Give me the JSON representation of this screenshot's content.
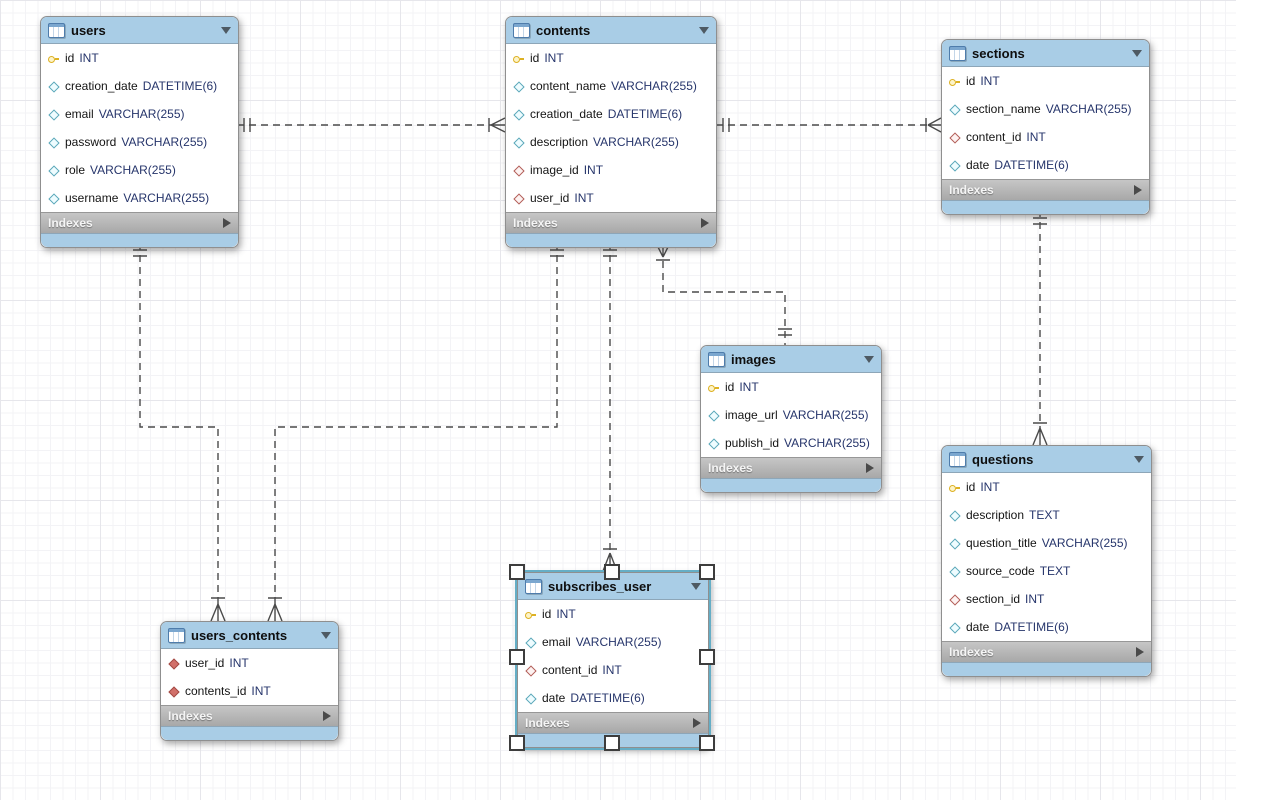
{
  "colors": {
    "header-blue": "#a9cde6",
    "selection-teal": "#65aec6",
    "index-gray": "#b5b5b5",
    "line-color": "#4a4a4a"
  },
  "diagram": {
    "selected_table": "subscribes_user",
    "tables": {
      "users": {
        "title": "users",
        "indexes_label": "Indexes",
        "fields": [
          {
            "icon": "pk",
            "name": "id",
            "type": "INT"
          },
          {
            "icon": "attr",
            "name": "creation_date",
            "type": "DATETIME(6)"
          },
          {
            "icon": "attr",
            "name": "email",
            "type": "VARCHAR(255)"
          },
          {
            "icon": "attr",
            "name": "password",
            "type": "VARCHAR(255)"
          },
          {
            "icon": "attr",
            "name": "role",
            "type": "VARCHAR(255)"
          },
          {
            "icon": "attr",
            "name": "username",
            "type": "VARCHAR(255)"
          }
        ]
      },
      "contents": {
        "title": "contents",
        "indexes_label": "Indexes",
        "fields": [
          {
            "icon": "pk",
            "name": "id",
            "type": "INT"
          },
          {
            "icon": "attr",
            "name": "content_name",
            "type": "VARCHAR(255)"
          },
          {
            "icon": "attr",
            "name": "creation_date",
            "type": "DATETIME(6)"
          },
          {
            "icon": "attr",
            "name": "description",
            "type": "VARCHAR(255)"
          },
          {
            "icon": "fk",
            "name": "image_id",
            "type": "INT"
          },
          {
            "icon": "fk",
            "name": "user_id",
            "type": "INT"
          }
        ]
      },
      "sections": {
        "title": "sections",
        "indexes_label": "Indexes",
        "fields": [
          {
            "icon": "pk",
            "name": "id",
            "type": "INT"
          },
          {
            "icon": "attr",
            "name": "section_name",
            "type": "VARCHAR(255)"
          },
          {
            "icon": "fk",
            "name": "content_id",
            "type": "INT"
          },
          {
            "icon": "attr",
            "name": "date",
            "type": "DATETIME(6)"
          }
        ]
      },
      "images": {
        "title": "images",
        "indexes_label": "Indexes",
        "fields": [
          {
            "icon": "pk",
            "name": "id",
            "type": "INT"
          },
          {
            "icon": "attr",
            "name": "image_url",
            "type": "VARCHAR(255)"
          },
          {
            "icon": "attr",
            "name": "publish_id",
            "type": "VARCHAR(255)"
          }
        ]
      },
      "questions": {
        "title": "questions",
        "indexes_label": "Indexes",
        "fields": [
          {
            "icon": "pk",
            "name": "id",
            "type": "INT"
          },
          {
            "icon": "attr",
            "name": "description",
            "type": "TEXT"
          },
          {
            "icon": "attr",
            "name": "question_title",
            "type": "VARCHAR(255)"
          },
          {
            "icon": "attr",
            "name": "source_code",
            "type": "TEXT"
          },
          {
            "icon": "fk",
            "name": "section_id",
            "type": "INT"
          },
          {
            "icon": "attr",
            "name": "date",
            "type": "DATETIME(6)"
          }
        ]
      },
      "users_contents": {
        "title": "users_contents",
        "indexes_label": "Indexes",
        "fields": [
          {
            "icon": "fks",
            "name": "user_id",
            "type": "INT"
          },
          {
            "icon": "fks",
            "name": "contents_id",
            "type": "INT"
          }
        ]
      },
      "subscribes_user": {
        "title": "subscribes_user",
        "indexes_label": "Indexes",
        "fields": [
          {
            "icon": "pk",
            "name": "id",
            "type": "INT"
          },
          {
            "icon": "attr",
            "name": "email",
            "type": "VARCHAR(255)"
          },
          {
            "icon": "fk",
            "name": "content_id",
            "type": "INT"
          },
          {
            "icon": "attr",
            "name": "date",
            "type": "DATETIME(6)"
          }
        ]
      }
    },
    "relationships": [
      {
        "from": "users",
        "to": "contents",
        "cardinality": "one-to-many",
        "line": "dashed"
      },
      {
        "from": "contents",
        "to": "sections",
        "cardinality": "one-to-many",
        "line": "dashed"
      },
      {
        "from": "images",
        "to": "contents",
        "cardinality": "one-to-many",
        "line": "dashed"
      },
      {
        "from": "users",
        "to": "users_contents",
        "cardinality": "one-to-many",
        "line": "dashed"
      },
      {
        "from": "contents",
        "to": "users_contents",
        "cardinality": "one-to-many",
        "line": "dashed"
      },
      {
        "from": "contents",
        "to": "subscribes_user",
        "cardinality": "one-to-many",
        "line": "dashed"
      },
      {
        "from": "sections",
        "to": "questions",
        "cardinality": "one-to-many",
        "line": "dashed"
      }
    ]
  }
}
